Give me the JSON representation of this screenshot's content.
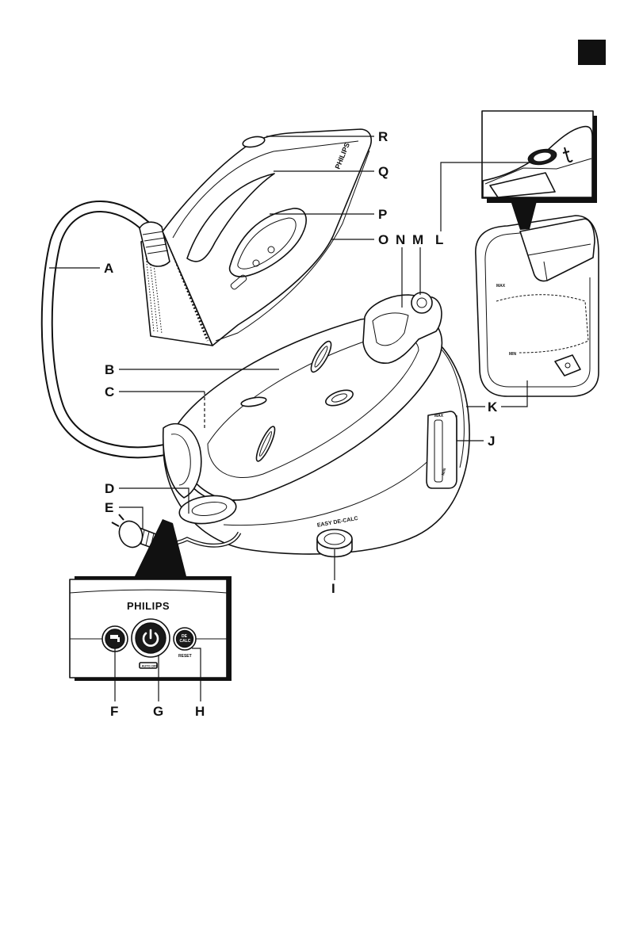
{
  "callouts": {
    "A": "A",
    "B": "B",
    "C": "C",
    "D": "D",
    "E": "E",
    "F": "F",
    "G": "G",
    "H": "H",
    "I": "I",
    "J": "J",
    "K": "K",
    "L": "L",
    "M": "M",
    "N": "N",
    "O": "O",
    "P": "P",
    "Q": "Q",
    "R": "R"
  },
  "iron": {
    "brand": "PHILIPS"
  },
  "base": {
    "decalc_label": "EASY DE-CALC",
    "window_max": "MAX",
    "window_min": "MIN"
  },
  "water_tank": {
    "max": "MAX",
    "min": "MIN"
  },
  "control_panel": {
    "brand": "PHILIPS",
    "decalc_line1": "DE",
    "decalc_line2": "CALC",
    "reset_label": "RESET",
    "auto_off_label": "AUTO OFF"
  },
  "icons": {
    "steam_button": "faucet-icon",
    "power_button": "power-icon"
  },
  "colors": {
    "ink": "#111111",
    "paper": "#ffffff",
    "page_tab": "#111111"
  }
}
